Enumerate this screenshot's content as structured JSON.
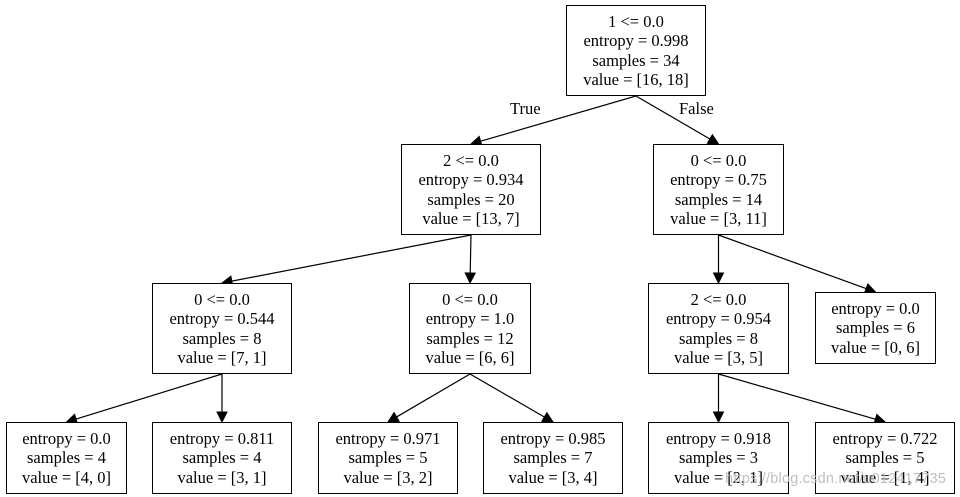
{
  "tree": {
    "nodes": [
      {
        "id": "n0",
        "lines": [
          "1 <= 0.0",
          "entropy = 0.998",
          "samples = 34",
          "value = [16, 18]"
        ]
      },
      {
        "id": "n1",
        "lines": [
          "2 <= 0.0",
          "entropy = 0.934",
          "samples = 20",
          "value = [13, 7]"
        ]
      },
      {
        "id": "n2",
        "lines": [
          "0 <= 0.0",
          "entropy = 0.75",
          "samples = 14",
          "value = [3, 11]"
        ]
      },
      {
        "id": "n3",
        "lines": [
          "0 <= 0.0",
          "entropy = 0.544",
          "samples = 8",
          "value = [7, 1]"
        ]
      },
      {
        "id": "n4",
        "lines": [
          "0 <= 0.0",
          "entropy = 1.0",
          "samples = 12",
          "value = [6, 6]"
        ]
      },
      {
        "id": "n5",
        "lines": [
          "2 <= 0.0",
          "entropy = 0.954",
          "samples = 8",
          "value = [3, 5]"
        ]
      },
      {
        "id": "n6",
        "lines": [
          "entropy = 0.0",
          "samples = 6",
          "value = [0, 6]"
        ]
      },
      {
        "id": "n7",
        "lines": [
          "entropy = 0.0",
          "samples = 4",
          "value = [4, 0]"
        ]
      },
      {
        "id": "n8",
        "lines": [
          "entropy = 0.811",
          "samples = 4",
          "value = [3, 1]"
        ]
      },
      {
        "id": "n9",
        "lines": [
          "entropy = 0.971",
          "samples = 5",
          "value = [3, 2]"
        ]
      },
      {
        "id": "n10",
        "lines": [
          "entropy = 0.985",
          "samples = 7",
          "value = [3, 4]"
        ]
      },
      {
        "id": "n11",
        "lines": [
          "entropy = 0.918",
          "samples = 3",
          "value = [2, 1]"
        ]
      },
      {
        "id": "n12",
        "lines": [
          "entropy = 0.722",
          "samples = 5",
          "value = [1, 4]"
        ]
      }
    ],
    "edges": [
      {
        "from": "n0",
        "to": "n1",
        "label": "True"
      },
      {
        "from": "n0",
        "to": "n2",
        "label": "False"
      },
      {
        "from": "n1",
        "to": "n3"
      },
      {
        "from": "n1",
        "to": "n4"
      },
      {
        "from": "n2",
        "to": "n5"
      },
      {
        "from": "n2",
        "to": "n6"
      },
      {
        "from": "n3",
        "to": "n7"
      },
      {
        "from": "n3",
        "to": "n8"
      },
      {
        "from": "n4",
        "to": "n9"
      },
      {
        "from": "n4",
        "to": "n10"
      },
      {
        "from": "n5",
        "to": "n11"
      },
      {
        "from": "n5",
        "to": "n12"
      }
    ]
  },
  "colors": {
    "line": "#000000",
    "node_fill": "#ffffff",
    "watermark": "#b9b9b9"
  },
  "watermark": {
    "text": "https://blog.csdn.net/u012417735"
  }
}
